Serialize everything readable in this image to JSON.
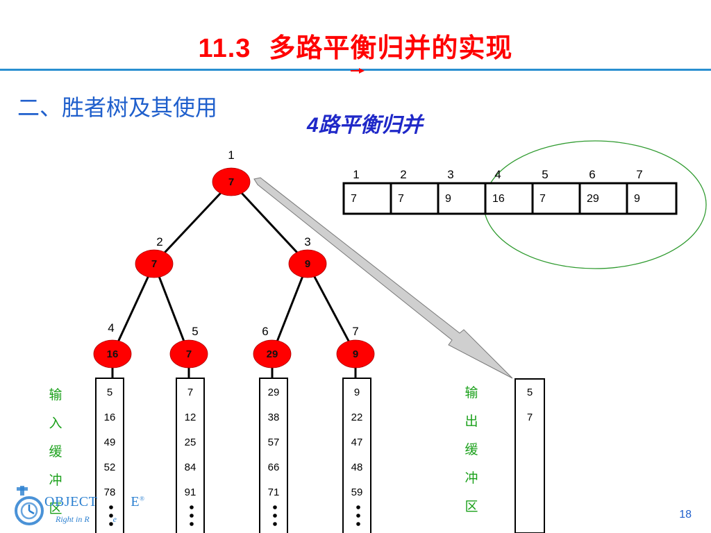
{
  "header": {
    "section_number": "11.3",
    "title": "多路平衡归并的实现"
  },
  "section_heading": "二、胜者树及其使用",
  "diagram_title_number": "4",
  "diagram_title": "路平衡归并",
  "tree": {
    "nodes": [
      {
        "index": "1",
        "value": "7"
      },
      {
        "index": "2",
        "value": "7"
      },
      {
        "index": "3",
        "value": "9"
      },
      {
        "index": "4",
        "value": "16"
      },
      {
        "index": "5",
        "value": "7"
      },
      {
        "index": "6",
        "value": "29"
      },
      {
        "index": "7",
        "value": "9"
      }
    ],
    "node_color": "#ff0000"
  },
  "array": {
    "indices": [
      "1",
      "2",
      "3",
      "4",
      "5",
      "6",
      "7"
    ],
    "values": [
      "7",
      "7",
      "9",
      "16",
      "7",
      "29",
      "9"
    ]
  },
  "input_buffer_label": [
    "输",
    "入",
    "缓",
    "冲",
    "区"
  ],
  "output_buffer_label": [
    "输",
    "出",
    "缓",
    "冲",
    "区"
  ],
  "input_buffers": [
    [
      "5",
      "16",
      "49",
      "52",
      "78"
    ],
    [
      "7",
      "12",
      "25",
      "84",
      "91"
    ],
    [
      "29",
      "38",
      "57",
      "66",
      "71"
    ],
    [
      "9",
      "22",
      "47",
      "48",
      "59"
    ]
  ],
  "output_buffer": [
    "5",
    "7"
  ],
  "logo": {
    "brand": "OBJECT",
    "brand_suffix": "E",
    "registered": "®",
    "tagline": "Right in R",
    "tagline_suffix": "e"
  },
  "page_number": "18",
  "colors": {
    "title": "#ff0000",
    "section": "#1f5fcc",
    "subtitle": "#1f28c8",
    "buffer_label": "#1aa01a",
    "ellipse": "#2e9a2e",
    "rule": "#2a8fd0"
  }
}
